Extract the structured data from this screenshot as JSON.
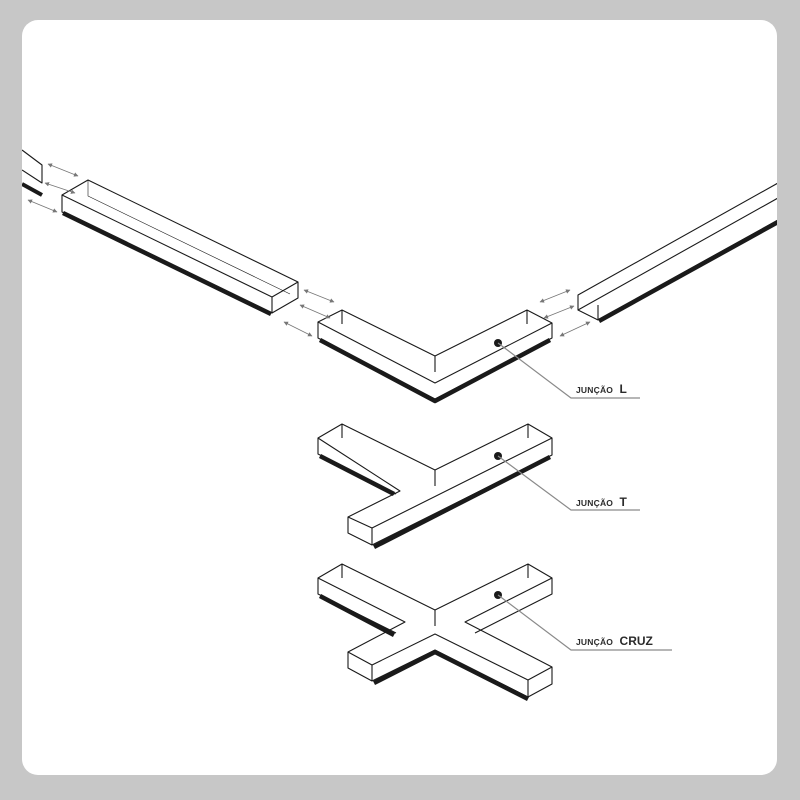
{
  "labels": {
    "l": {
      "prefix": "JUNÇÃO",
      "suffix": "L"
    },
    "t": {
      "prefix": "JUNÇÃO",
      "suffix": "T"
    },
    "cruz": {
      "prefix": "JUNÇÃO",
      "suffix": "CRUZ"
    }
  },
  "colors": {
    "line": "#1a1a1a",
    "arrow": "#777777",
    "leader": "#8a8a8a",
    "background": "#c7c7c7",
    "card": "#ffffff"
  }
}
